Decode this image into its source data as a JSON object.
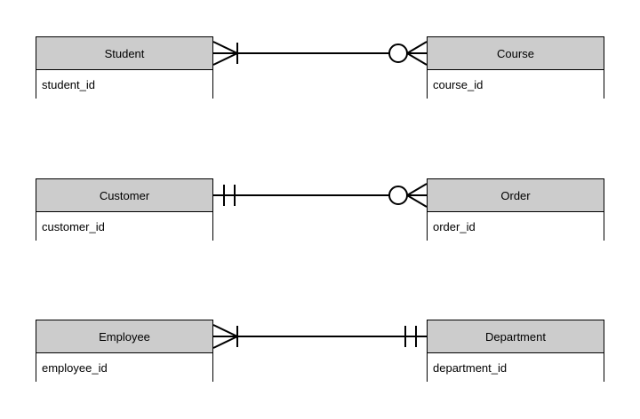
{
  "diagram": {
    "type": "entity-relationship-crows-foot",
    "background_color": "#ffffff",
    "entity_header_color": "#cccccc",
    "entity_body_color": "#ffffff",
    "line_color": "#000000",
    "entities": [
      {
        "id": "student",
        "name": "Student",
        "attributes": [
          "student_id"
        ]
      },
      {
        "id": "course",
        "name": "Course",
        "attributes": [
          "course_id"
        ]
      },
      {
        "id": "customer",
        "name": "Customer",
        "attributes": [
          "customer_id"
        ]
      },
      {
        "id": "order",
        "name": "Order",
        "attributes": [
          "order_id"
        ]
      },
      {
        "id": "employee",
        "name": "Employee",
        "attributes": [
          "employee_id"
        ]
      },
      {
        "id": "department",
        "name": "Department",
        "attributes": [
          "department_id"
        ]
      }
    ],
    "relationships": [
      {
        "id": "student-course",
        "from": "student",
        "to": "course",
        "from_cardinality": "one-or-many",
        "to_cardinality": "zero-or-many"
      },
      {
        "id": "customer-order",
        "from": "customer",
        "to": "order",
        "from_cardinality": "exactly-one",
        "to_cardinality": "zero-or-many"
      },
      {
        "id": "employee-department",
        "from": "employee",
        "to": "department",
        "from_cardinality": "one-or-many",
        "to_cardinality": "exactly-one"
      }
    ]
  }
}
